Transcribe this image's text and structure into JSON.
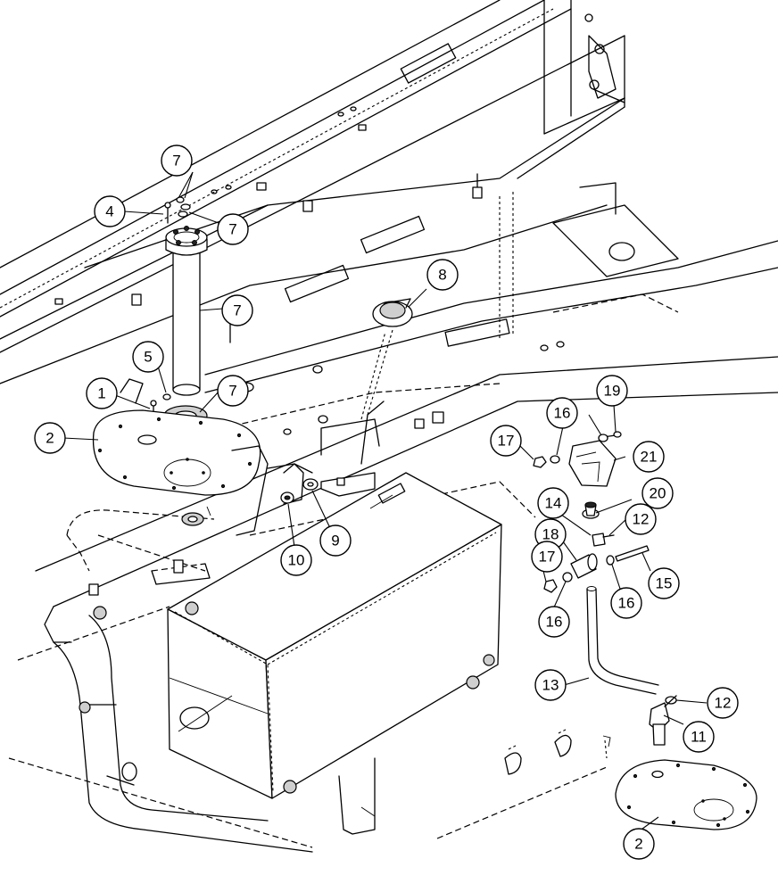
{
  "callouts": [
    {
      "id": "c1",
      "label": "1"
    },
    {
      "id": "c2a",
      "label": "2"
    },
    {
      "id": "c2b",
      "label": "2"
    },
    {
      "id": "c4",
      "label": "4"
    },
    {
      "id": "c5",
      "label": "5"
    },
    {
      "id": "c7a",
      "label": "7"
    },
    {
      "id": "c7b",
      "label": "7"
    },
    {
      "id": "c7c",
      "label": "7"
    },
    {
      "id": "c7d",
      "label": "7"
    },
    {
      "id": "c8",
      "label": "8"
    },
    {
      "id": "c9",
      "label": "9"
    },
    {
      "id": "c10",
      "label": "10"
    },
    {
      "id": "c11",
      "label": "11"
    },
    {
      "id": "c12a",
      "label": "12"
    },
    {
      "id": "c12b",
      "label": "12"
    },
    {
      "id": "c13",
      "label": "13"
    },
    {
      "id": "c14",
      "label": "14"
    },
    {
      "id": "c15",
      "label": "15"
    },
    {
      "id": "c16a",
      "label": "16"
    },
    {
      "id": "c16b",
      "label": "16"
    },
    {
      "id": "c16c",
      "label": "16"
    },
    {
      "id": "c17a",
      "label": "17"
    },
    {
      "id": "c17b",
      "label": "17"
    },
    {
      "id": "c18",
      "label": "18"
    },
    {
      "id": "c19",
      "label": "19"
    },
    {
      "id": "c20",
      "label": "20"
    },
    {
      "id": "c21",
      "label": "21"
    }
  ]
}
